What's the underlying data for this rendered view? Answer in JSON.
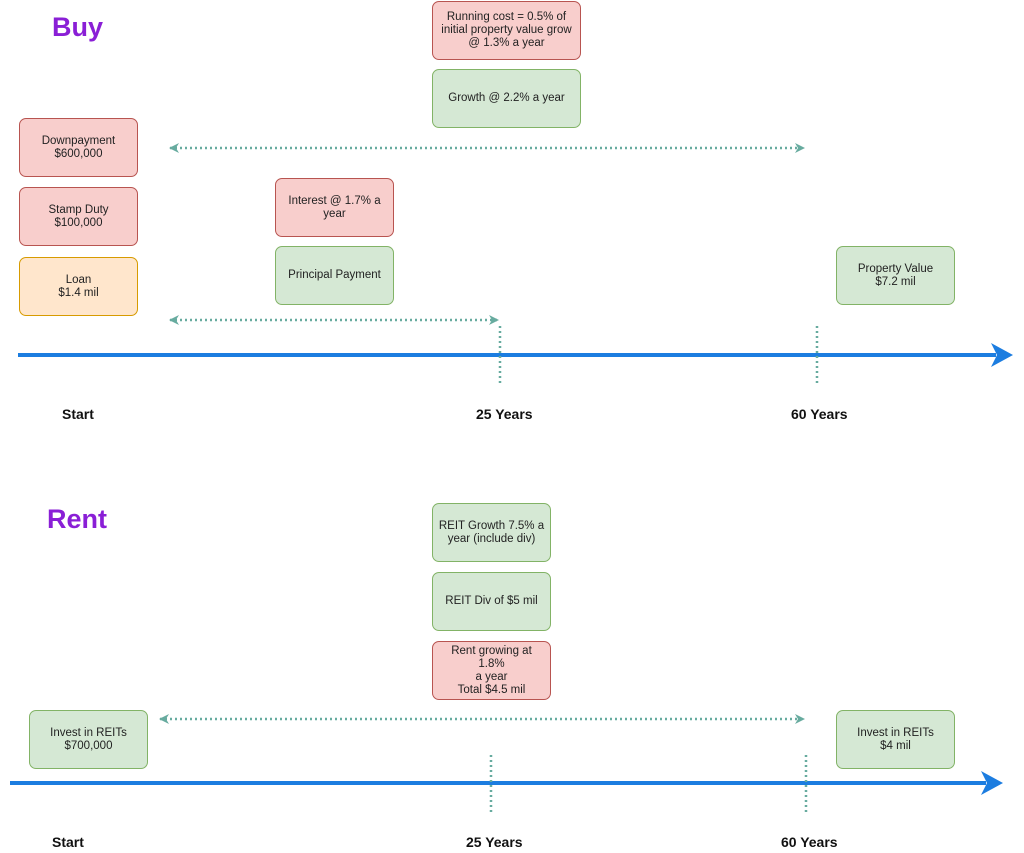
{
  "buy": {
    "title": "Buy",
    "running_cost": "Running cost = 0.5% of\ninitial property value grow\n@ 1.3% a year",
    "growth": "Growth @ 2.2% a year",
    "downpayment": "Downpayment\n$600,000",
    "stamp_duty": "Stamp Duty\n$100,000",
    "loan": "Loan\n$1.4 mil",
    "interest": "Interest @ 1.7% a\nyear",
    "principal": "Principal Payment",
    "property_value": "Property Value\n$7.2 mil",
    "timeline": {
      "start": "Start",
      "mid": "25 Years",
      "end": "60 Years"
    }
  },
  "rent": {
    "title": "Rent",
    "reit_growth": "REIT Growth 7.5% a\nyear (include div)",
    "reit_div": "REIT Div of $5 mil",
    "rent_growing": "Rent growing at 1.8%\na year\nTotal $4.5 mil",
    "invest_start": "Invest in REITs\n$700,000",
    "invest_end": "Invest in REITs\n$4 mil",
    "timeline": {
      "start": "Start",
      "mid": "25 Years",
      "end": "60 Years"
    }
  },
  "colors": {
    "title": "#8a1fd6",
    "timeline_arrow": "#1c7de0",
    "dotted_arrow": "#67ab9f",
    "red_fill": "#f8cecc",
    "green_fill": "#d5e8d4",
    "orange_fill": "#ffe6cc"
  }
}
